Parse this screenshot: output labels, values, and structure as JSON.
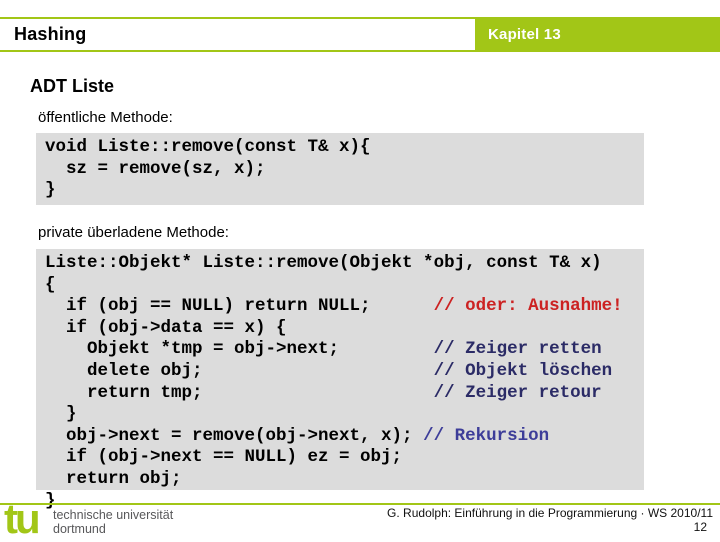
{
  "colors": {
    "green": "#a2c617",
    "code_bg": "#dcdcdc",
    "comment_red": "#cc2222",
    "comment_navy": "#2b2b66",
    "comment_blue": "#3d3d99"
  },
  "header": {
    "title": "Hashing",
    "chapter": "Kapitel 13"
  },
  "slide": {
    "title": "ADT Liste",
    "public_label": "öffentliche Methode:",
    "private_label": "private überladene Methode:"
  },
  "code_public": {
    "lines": [
      [
        [
          "void Liste::remove(const T& x){",
          "c"
        ]
      ],
      [
        [
          "  sz = remove(sz, x);",
          "c"
        ]
      ],
      [
        [
          "}",
          "c"
        ]
      ]
    ]
  },
  "code_private": {
    "lines": [
      [
        [
          "Liste::Objekt* Liste::remove(Objekt *obj, const T& x)",
          "c"
        ]
      ],
      [
        [
          "{",
          "c"
        ]
      ],
      [
        [
          "  if (obj == NULL) return NULL;      ",
          "c"
        ],
        [
          "// oder: Ausnahme!",
          "red"
        ]
      ],
      [
        [
          "  if (obj->data == x) {",
          "c"
        ]
      ],
      [
        [
          "    Objekt *tmp = obj->next;         ",
          "c"
        ],
        [
          "// Zeiger retten",
          "navy"
        ]
      ],
      [
        [
          "    delete obj;                      ",
          "c"
        ],
        [
          "// Objekt löschen",
          "navy"
        ]
      ],
      [
        [
          "    return tmp;                      ",
          "c"
        ],
        [
          "// Zeiger retour",
          "navy"
        ]
      ],
      [
        [
          "  }",
          "c"
        ]
      ],
      [
        [
          "  obj->next = remove(obj->next, x); ",
          "c"
        ],
        [
          "// Rekursion",
          "blue"
        ]
      ],
      [
        [
          "  if (obj->next == NULL) ez = obj;",
          "c"
        ]
      ],
      [
        [
          "  return obj;",
          "c"
        ]
      ],
      [
        [
          "}",
          "c"
        ]
      ]
    ]
  },
  "footer": {
    "logo_text": "tu",
    "university_line1": "technische universität",
    "university_line2": "dortmund",
    "attribution": "G. Rudolph: Einführung in die Programmierung · WS 2010/11",
    "page_number": "12"
  }
}
